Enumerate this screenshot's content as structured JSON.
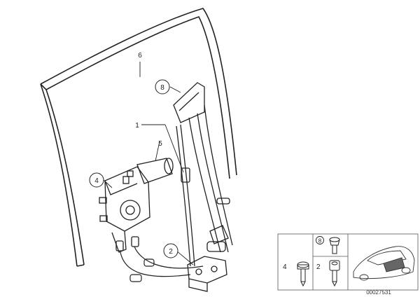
{
  "callouts": {
    "glass": "6",
    "guide_rail": "8",
    "regulator": "1",
    "cable": "5",
    "motor": "4",
    "lower_bracket": "2"
  },
  "fasteners": {
    "label_4": "4",
    "label_2": "2",
    "label_8": "8"
  },
  "document_number": "00027531"
}
